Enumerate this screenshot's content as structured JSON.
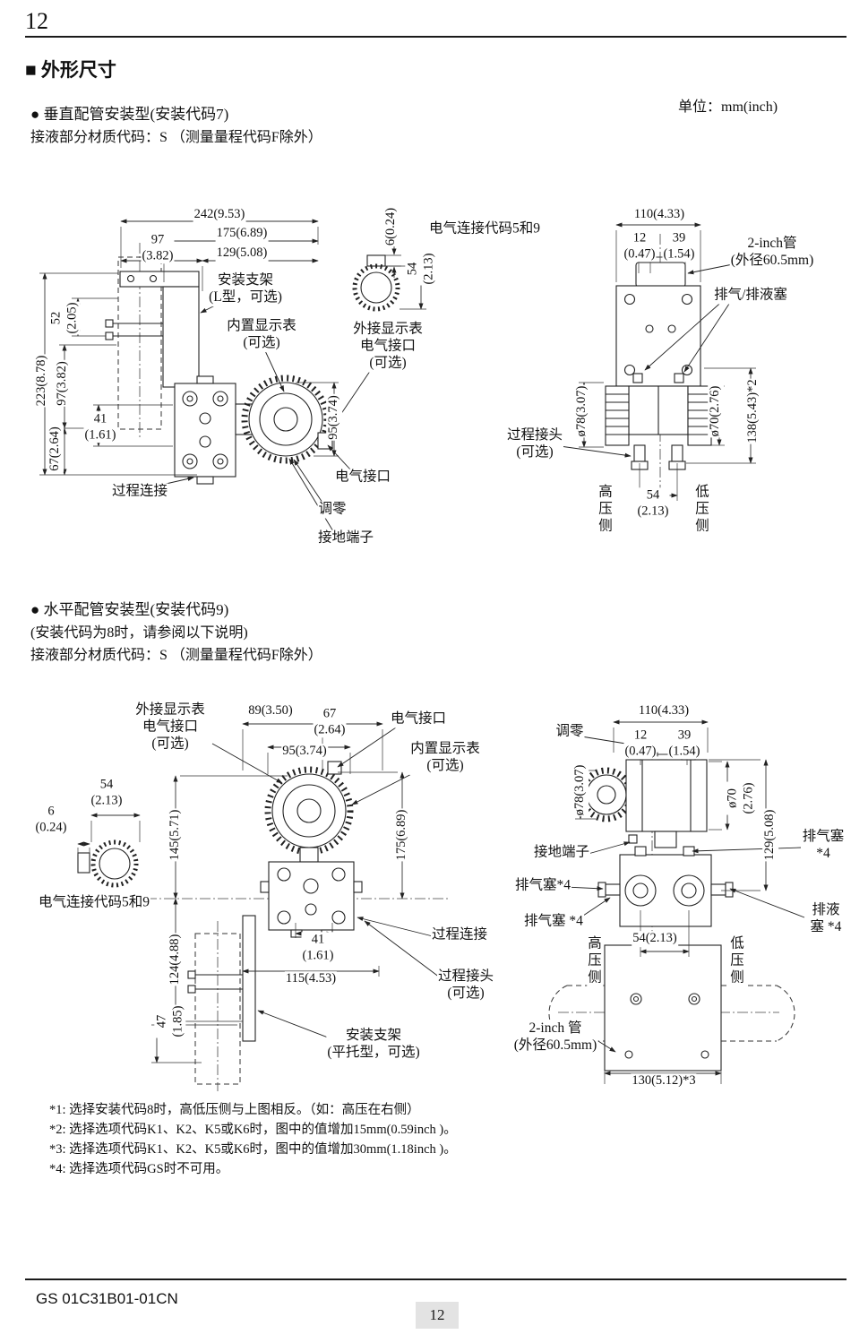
{
  "page": {
    "top_number": "12",
    "bottom_number": "12",
    "doc_code": "GS 01C31B01-01CN"
  },
  "header": {
    "title": "■ 外形尺寸",
    "unit": "单位：mm(inch)"
  },
  "s1": {
    "title": "● 垂直配管安装型(安装代码7)",
    "material": "接液部分材质代码：S （测量量程代码F除外）",
    "labels": {
      "elec_conn": "电气连接代码5和9",
      "bracket": "安装支架\n(L型，可选)",
      "builtin_disp": "内置显示表\n(可选)",
      "ext_disp": "外接显示表\n电气接口\n(可选)",
      "elec_port": "电气接口",
      "zero": "调零",
      "ground": "接地端子",
      "proc_conn": "过程连接",
      "pipe": "2-inch管\n(外径60.5mm)",
      "vent": "排气/排液塞",
      "adapter": "过程接头\n(可选)",
      "hp": "高\n压\n侧",
      "lp": "低\n压\n侧"
    },
    "dims": {
      "d242": "242(9.53)",
      "d175": "175(6.89)",
      "d129": "129(5.08)",
      "d97t": "97\n(3.82)",
      "d6": "6(0.24)",
      "d54a": "54\n(2.13)",
      "d52": "52\n(2.05)",
      "d223": "223(8.78)",
      "d97l": "97(3.82)",
      "d41": "41\n(1.61)",
      "d67": "67(2.64)",
      "d95": "95(3.74)",
      "d110": "110(4.33)",
      "d12": "12\n(0.47)",
      "d39": "39\n(1.54)",
      "d78": "ø78(3.07)",
      "d70": "ø70(2.76)",
      "d138": "138(5.43)*2",
      "d54b": "54\n(2.13)"
    }
  },
  "s2": {
    "title": "● 水平配管安装型(安装代码9)",
    "note": "(安装代码为8时，请参阅以下说明)",
    "material": "接液部分材质代码：S （测量量程代码F除外）",
    "labels": {
      "ext_disp": "外接显示表\n电气接口\n(可选)",
      "elec_port": "电气接口",
      "builtin_disp": "内置显示表\n(可选)",
      "elec_conn": "电气连接代码5和9",
      "proc_conn": "过程连接",
      "adapter": "过程接头\n(可选)",
      "bracket": "安装支架\n(平托型，可选)",
      "zero": "调零",
      "ground": "接地端子",
      "vent_l1": "排气塞*4",
      "vent_l2": "排气塞 *4",
      "vent_r": "排气塞 *4",
      "drain_r": "排液塞 *4",
      "hp": "高\n压\n侧",
      "lp": "低\n压\n侧",
      "pipe": "2-inch 管\n(外径60.5mm)"
    },
    "dims": {
      "d89": "89(3.50)",
      "d67": "67\n(2.64)",
      "d95": "95(3.74)",
      "d54a": "54\n(2.13)",
      "d6": "6\n(0.24)",
      "d145": "145(5.71)",
      "d175": "175(6.89)",
      "d124": "124(4.88)",
      "d41": "41\n(1.61)",
      "d115": "115(4.53)",
      "d47": "47\n(1.85)",
      "d110": "110(4.33)",
      "d12": "12\n(0.47)",
      "d39": "39\n(1.54)",
      "d78": "ø78(3.07)",
      "d70": "ø70\n(2.76)",
      "d129": "129(5.08)",
      "d54b": "54(2.13)",
      "d130": "130(5.12)*3"
    }
  },
  "footnotes": {
    "f1": "*1: 选择安装代码8时，高低压侧与上图相反。（如：高压在右侧）",
    "f2": "*2: 选择选项代码K1、K2、K5或K6时，图中的值增加15mm(0.59inch )。",
    "f3": "*3: 选择选项代码K1、K2、K5或K6时，图中的值增加30mm(1.18inch )。",
    "f4": "*4: 选择选项代码GS时不可用。"
  }
}
